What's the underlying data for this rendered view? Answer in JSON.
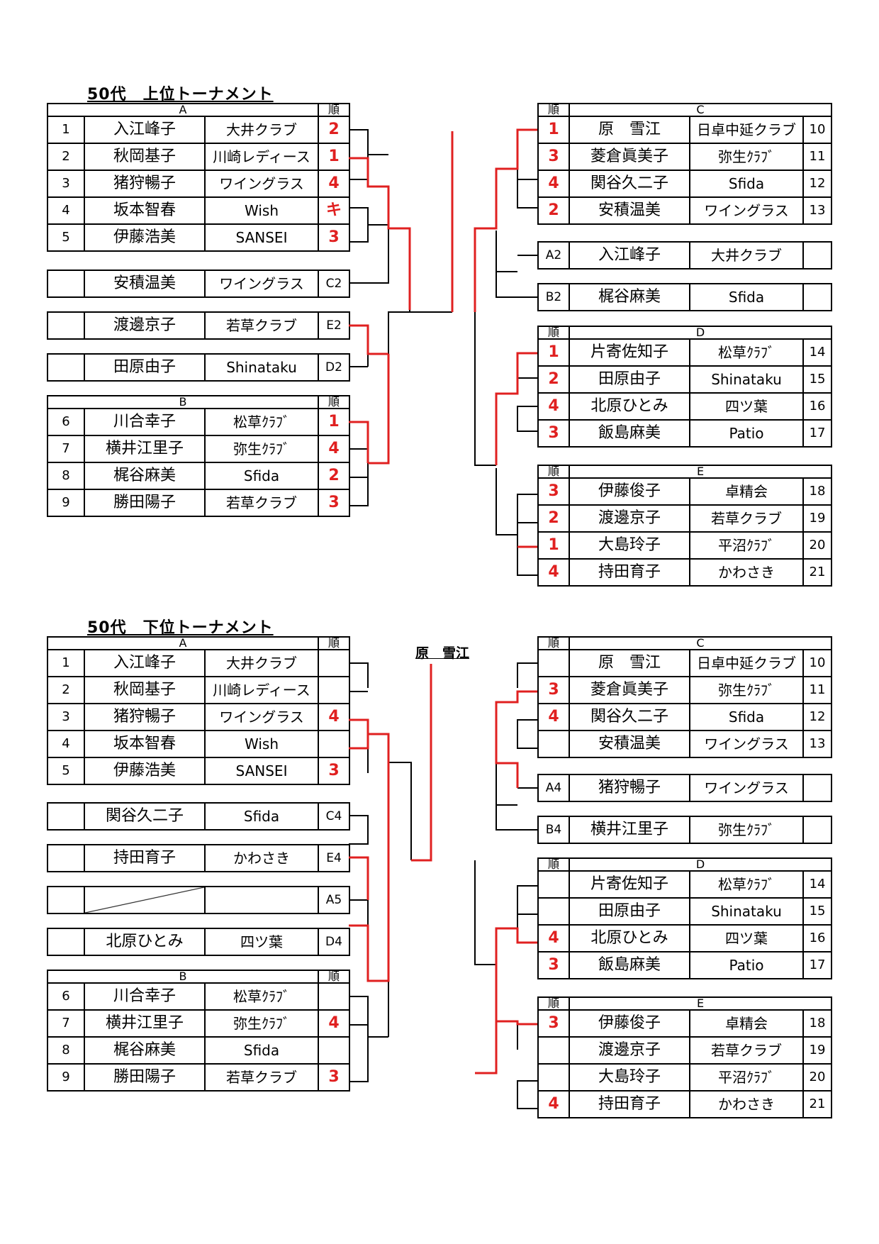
{
  "upper": {
    "title": "50代　上位トーナメント",
    "groupA": {
      "label": "A",
      "rank_header": "順",
      "rows": [
        {
          "num": "1",
          "name": "入江峰子",
          "club": "大井クラブ",
          "rank": "2"
        },
        {
          "num": "2",
          "name": "秋岡基子",
          "club": "川崎レディース",
          "rank": "1"
        },
        {
          "num": "3",
          "name": "猪狩暢子",
          "club": "ワイングラス",
          "rank": "4"
        },
        {
          "num": "4",
          "name": "坂本智春",
          "club": "Wish",
          "rank": "キ"
        },
        {
          "num": "5",
          "name": "伊藤浩美",
          "club": "SANSEI",
          "rank": "3"
        }
      ]
    },
    "singles": [
      {
        "name": "安積温美",
        "club": "ワイングラス",
        "seed": "C2"
      },
      {
        "name": "渡邊京子",
        "club": "若草クラブ",
        "seed": "E2"
      },
      {
        "name": "田原由子",
        "club": "Shinataku",
        "seed": "D2"
      }
    ],
    "groupB": {
      "label": "B",
      "rank_header": "順",
      "rows": [
        {
          "num": "6",
          "name": "川合幸子",
          "club": "松草ｸﾗﾌﾞ",
          "rank": "1"
        },
        {
          "num": "7",
          "name": "横井江里子",
          "club": "弥生ｸﾗﾌﾞ",
          "rank": "4"
        },
        {
          "num": "8",
          "name": "梶谷麻美",
          "club": "Sfida",
          "rank": "2"
        },
        {
          "num": "9",
          "name": "勝田陽子",
          "club": "若草クラブ",
          "rank": "3"
        }
      ]
    },
    "groupC": {
      "label": "C",
      "rank_header": "順",
      "rows": [
        {
          "rank": "1",
          "name": "原　雪江",
          "club": "日卓中延クラブ",
          "num": "10"
        },
        {
          "rank": "3",
          "name": "菱倉眞美子",
          "club": "弥生ｸﾗﾌﾞ",
          "num": "11"
        },
        {
          "rank": "4",
          "name": "関谷久二子",
          "club": "Sfida",
          "num": "12"
        },
        {
          "rank": "2",
          "name": "安積温美",
          "club": "ワイングラス",
          "num": "13"
        }
      ]
    },
    "rightSingles": [
      {
        "seed": "A2",
        "name": "入江峰子",
        "club": "大井クラブ"
      },
      {
        "seed": "B2",
        "name": "梶谷麻美",
        "club": "Sfida"
      }
    ],
    "groupD": {
      "label": "D",
      "rank_header": "順",
      "rows": [
        {
          "rank": "1",
          "name": "片寄佐知子",
          "club": "松草ｸﾗﾌﾞ",
          "num": "14"
        },
        {
          "rank": "2",
          "name": "田原由子",
          "club": "Shinataku",
          "num": "15"
        },
        {
          "rank": "4",
          "name": "北原ひとみ",
          "club": "四ツ葉",
          "num": "16"
        },
        {
          "rank": "3",
          "name": "飯島麻美",
          "club": "Patio",
          "num": "17"
        }
      ]
    },
    "groupE": {
      "label": "E",
      "rank_header": "順",
      "rows": [
        {
          "rank": "3",
          "name": "伊藤俊子",
          "club": "卓精会",
          "num": "18"
        },
        {
          "rank": "2",
          "name": "渡邊京子",
          "club": "若草クラブ",
          "num": "19"
        },
        {
          "rank": "1",
          "name": "大島玲子",
          "club": "平沼ｸﾗﾌﾞ",
          "num": "20"
        },
        {
          "rank": "4",
          "name": "持田育子",
          "club": "かわさき",
          "num": "21"
        }
      ]
    }
  },
  "lower": {
    "title": "50代　下位トーナメント",
    "winner": "原　雪江",
    "groupA": {
      "label": "A",
      "rank_header": "順",
      "rows": [
        {
          "num": "1",
          "name": "入江峰子",
          "club": "大井クラブ",
          "rank": ""
        },
        {
          "num": "2",
          "name": "秋岡基子",
          "club": "川崎レディース",
          "rank": ""
        },
        {
          "num": "3",
          "name": "猪狩暢子",
          "club": "ワイングラス",
          "rank": "4"
        },
        {
          "num": "4",
          "name": "坂本智春",
          "club": "Wish",
          "rank": ""
        },
        {
          "num": "5",
          "name": "伊藤浩美",
          "club": "SANSEI",
          "rank": "3"
        }
      ]
    },
    "singles": [
      {
        "name": "関谷久二子",
        "club": "Sfida",
        "seed": "C4"
      },
      {
        "name": "持田育子",
        "club": "かわさき",
        "seed": "E4"
      },
      {
        "name": "",
        "club": "",
        "seed": "A5"
      },
      {
        "name": "北原ひとみ",
        "club": "四ツ葉",
        "seed": "D4"
      }
    ],
    "groupB": {
      "label": "B",
      "rank_header": "順",
      "rows": [
        {
          "num": "6",
          "name": "川合幸子",
          "club": "松草ｸﾗﾌﾞ",
          "rank": ""
        },
        {
          "num": "7",
          "name": "横井江里子",
          "club": "弥生ｸﾗﾌﾞ",
          "rank": "4"
        },
        {
          "num": "8",
          "name": "梶谷麻美",
          "club": "Sfida",
          "rank": ""
        },
        {
          "num": "9",
          "name": "勝田陽子",
          "club": "若草クラブ",
          "rank": "3"
        }
      ]
    },
    "groupC": {
      "label": "C",
      "rank_header": "順",
      "rows": [
        {
          "rank": "",
          "name": "原　雪江",
          "club": "日卓中延クラブ",
          "num": "10"
        },
        {
          "rank": "3",
          "name": "菱倉眞美子",
          "club": "弥生ｸﾗﾌﾞ",
          "num": "11"
        },
        {
          "rank": "4",
          "name": "関谷久二子",
          "club": "Sfida",
          "num": "12"
        },
        {
          "rank": "",
          "name": "安積温美",
          "club": "ワイングラス",
          "num": "13"
        }
      ]
    },
    "rightSingles": [
      {
        "seed": "A4",
        "name": "猪狩暢子",
        "club": "ワイングラス"
      },
      {
        "seed": "B4",
        "name": "横井江里子",
        "club": "弥生ｸﾗﾌﾞ"
      }
    ],
    "groupD": {
      "label": "D",
      "rank_header": "順",
      "rows": [
        {
          "rank": "",
          "name": "片寄佐知子",
          "club": "松草ｸﾗﾌﾞ",
          "num": "14"
        },
        {
          "rank": "",
          "name": "田原由子",
          "club": "Shinataku",
          "num": "15"
        },
        {
          "rank": "4",
          "name": "北原ひとみ",
          "club": "四ツ葉",
          "num": "16"
        },
        {
          "rank": "3",
          "name": "飯島麻美",
          "club": "Patio",
          "num": "17"
        }
      ]
    },
    "groupE": {
      "label": "E",
      "rank_header": "順",
      "rows": [
        {
          "rank": "3",
          "name": "伊藤俊子",
          "club": "卓精会",
          "num": "18"
        },
        {
          "rank": "",
          "name": "渡邊京子",
          "club": "若草クラブ",
          "num": "19"
        },
        {
          "rank": "",
          "name": "大島玲子",
          "club": "平沼ｸﾗﾌﾞ",
          "num": "20"
        },
        {
          "rank": "4",
          "name": "持田育子",
          "club": "かわさき",
          "num": "21"
        }
      ]
    }
  },
  "colors": {
    "highlight": "#e02020",
    "line": "#000000"
  }
}
